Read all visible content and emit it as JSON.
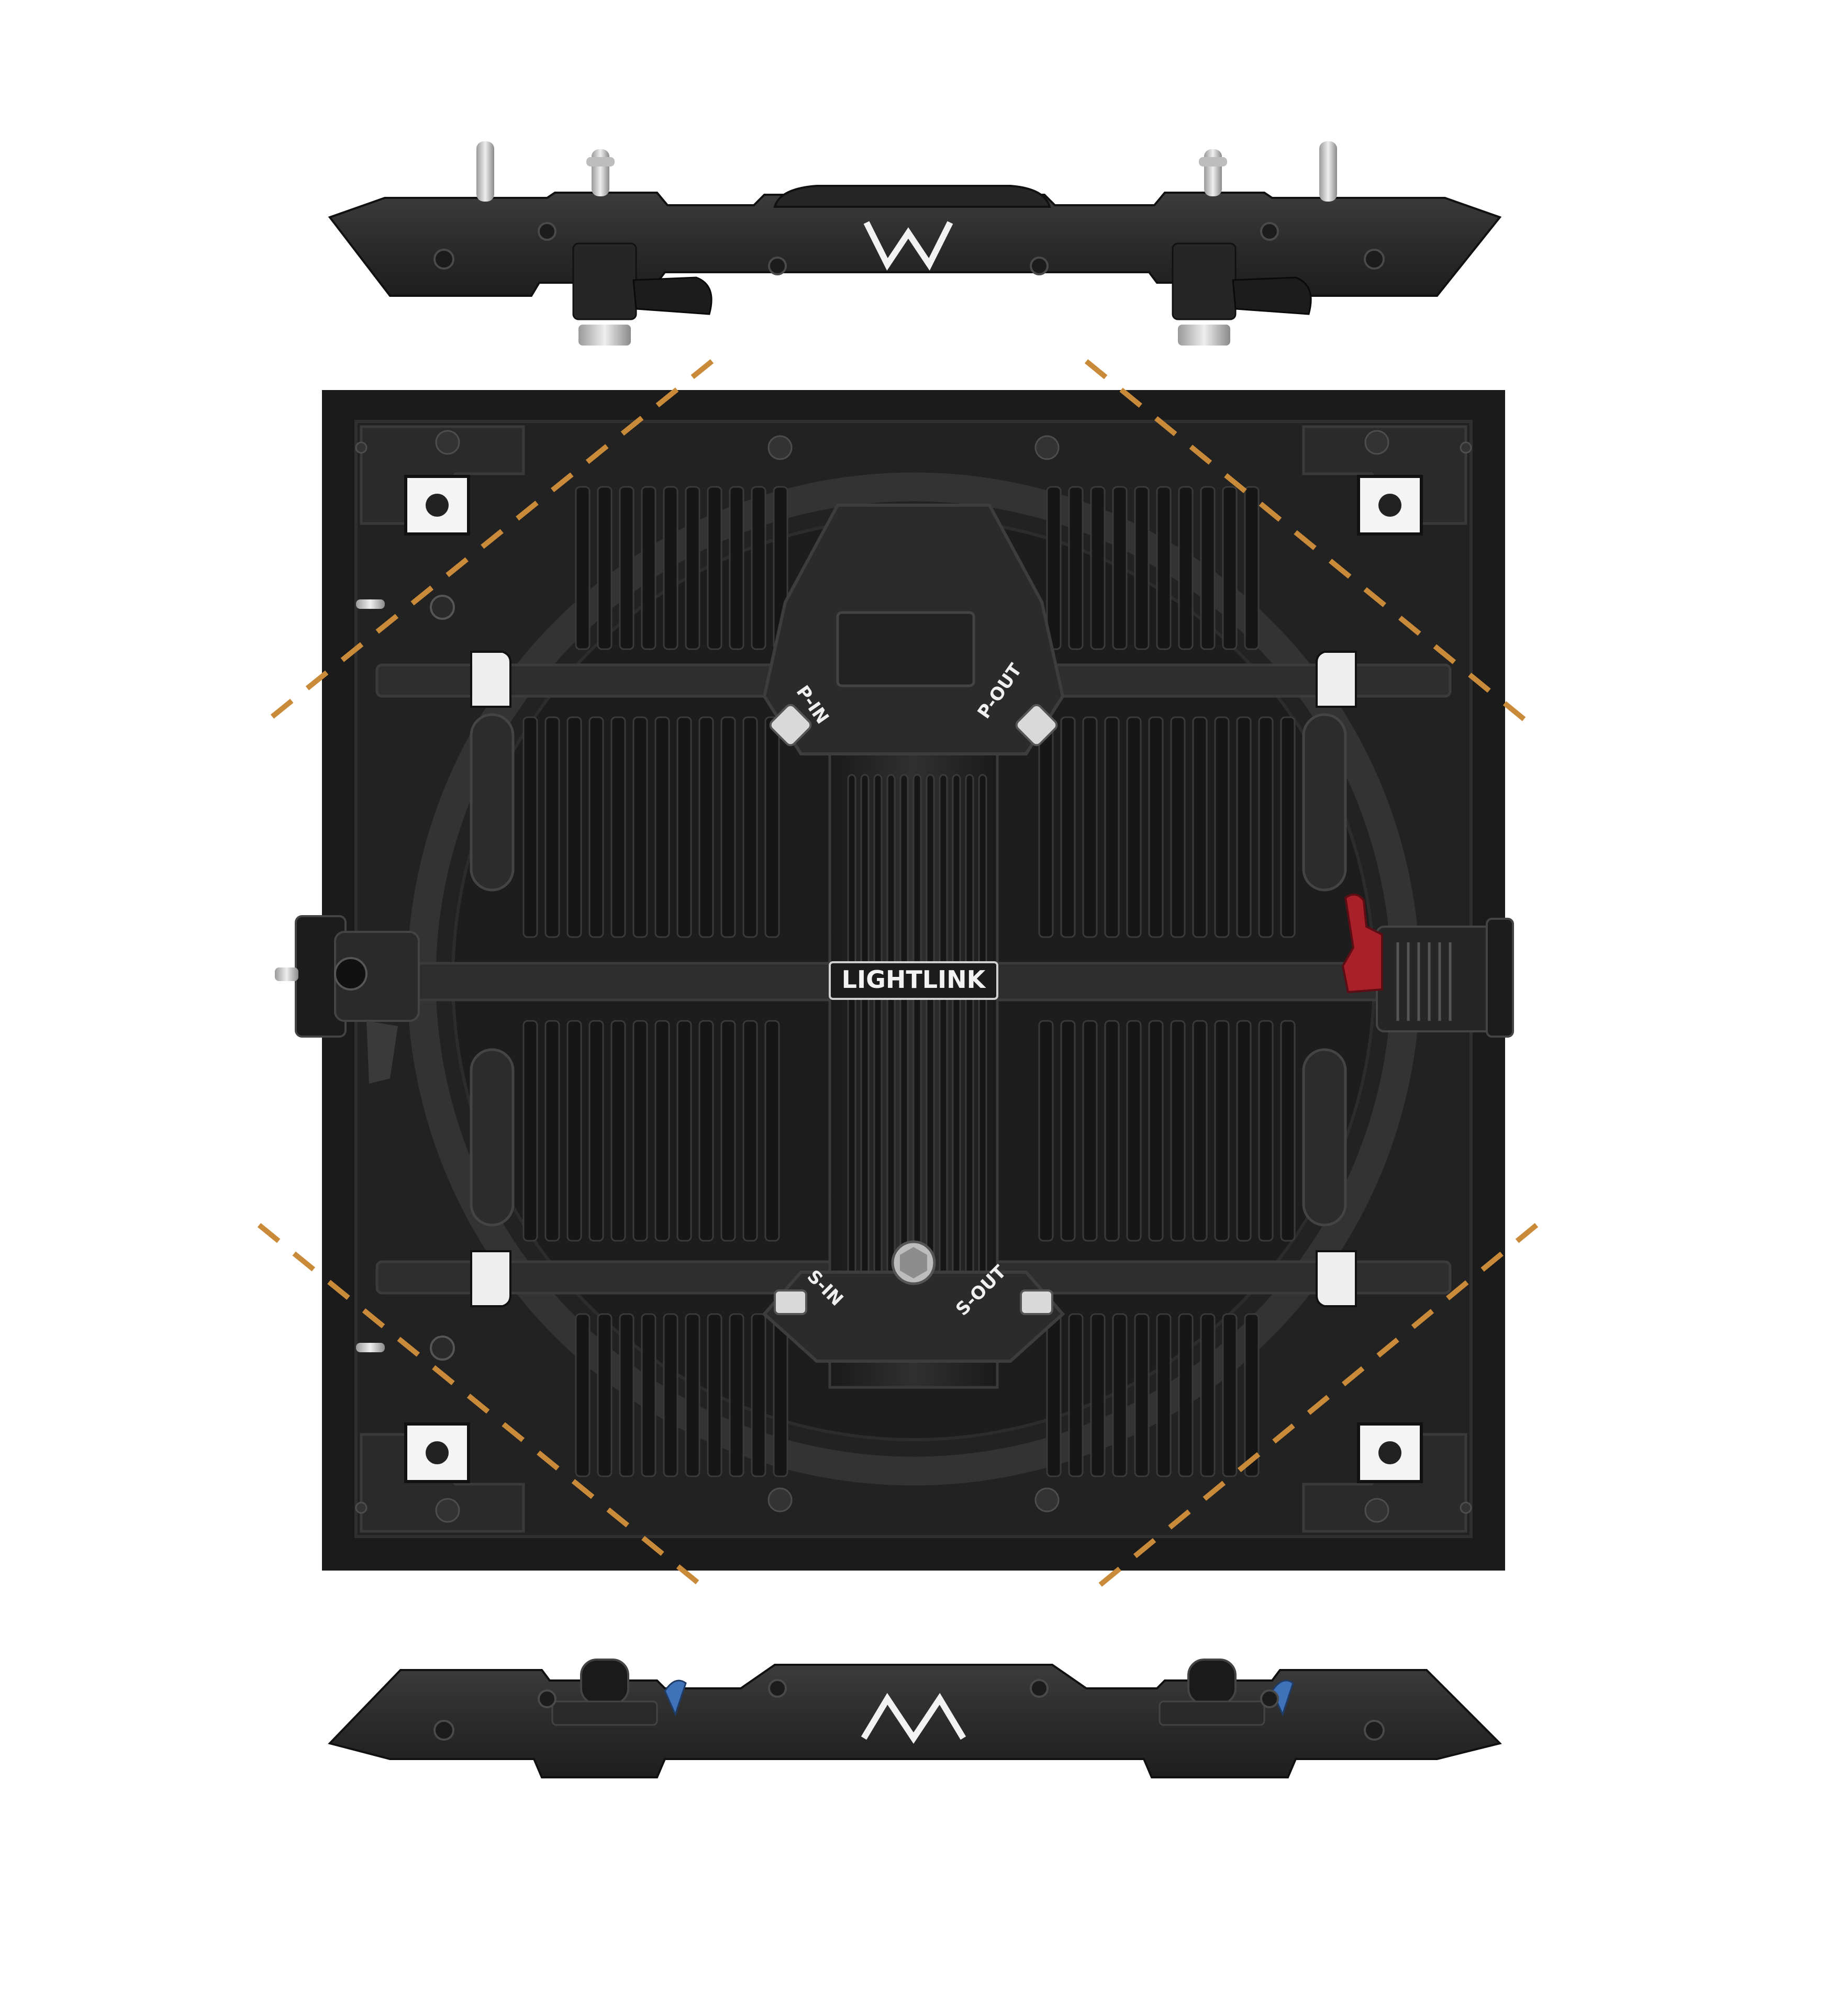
{
  "product": {
    "brand_label": "LIGHTLINK",
    "connectors": {
      "power_in": "P-IN",
      "power_out": "P-OUT",
      "signal_in": "S-IN",
      "signal_out": "S-OUT"
    }
  },
  "colors": {
    "background": "#ffffff",
    "cabinet_frame": "#1b1b1b",
    "cabinet_body": "#2a2a2a",
    "cabinet_detail": "#3a3a3a",
    "fins": "#161616",
    "metal_highlight": "#c9c9c9",
    "dashed_guides": "#c98a3a",
    "latch_red": "#a8202a",
    "connector_blue": "#3f72b8",
    "logo_stroke": "#f2f2f2"
  },
  "icons": {
    "top_bar_logo": "w-logo-icon",
    "bottom_bar_logo": "m-logo-icon"
  }
}
